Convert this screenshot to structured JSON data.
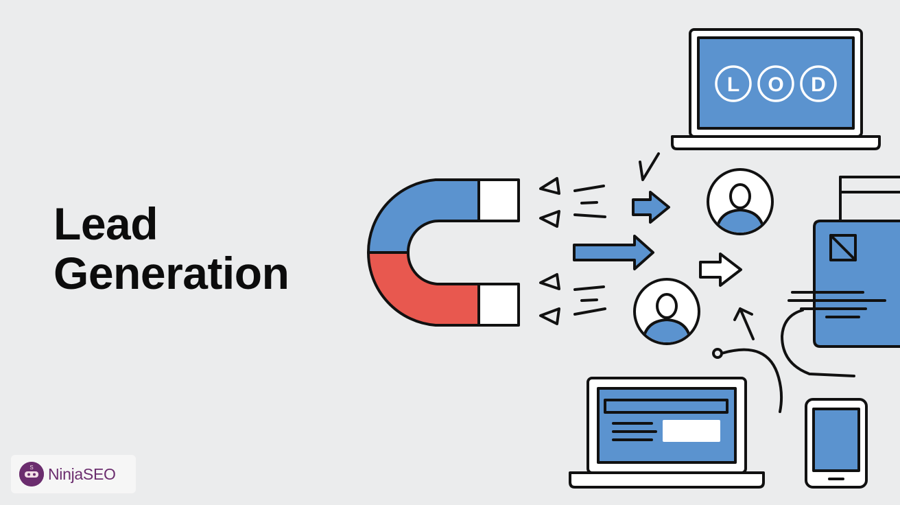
{
  "headline": {
    "line1": "Lead",
    "line2": "Generation"
  },
  "logo": {
    "text": "NinjaSEO",
    "badge_letter": "S"
  },
  "laptop_screen": {
    "letters": [
      "L",
      "O",
      "D"
    ]
  },
  "colors": {
    "background": "#ebeced",
    "blue": "#5b93cf",
    "red": "#e8584f",
    "ink": "#111111",
    "brand_purple": "#6b2d6e"
  },
  "icons": [
    "magnet-icon",
    "arrow-right-icon",
    "user-avatar-icon",
    "laptop-icon",
    "smartphone-icon",
    "document-card-icon",
    "checkmark-icon"
  ]
}
